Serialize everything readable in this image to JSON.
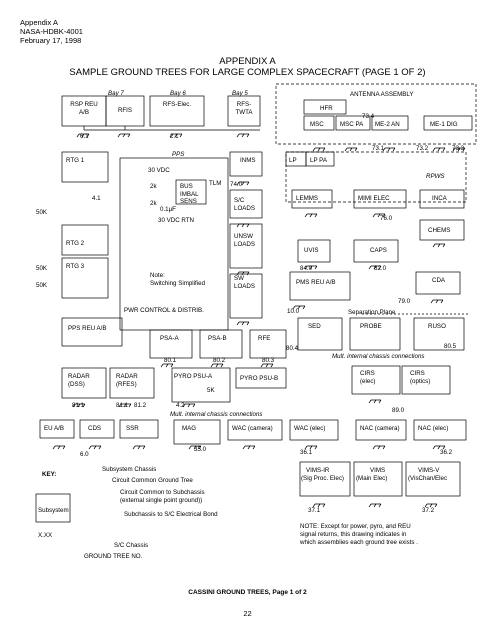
{
  "header": {
    "line1": "Appendix A",
    "line2": "NASA-HDBK-4001",
    "line3": "February 17, 1998"
  },
  "title": {
    "line1": "APPENDIX A",
    "line2": "SAMPLE GROUND TREES FOR LARGE COMPLEX SPACECRAFT (PAGE 1 OF 2)"
  },
  "bays": {
    "bay7": "Bay 7",
    "bay6": "Bay 6",
    "bay5": "Bay 5"
  },
  "boxes": {
    "rsp_reu": "RSP REU",
    "rsp_ab": "A/B",
    "rfis": "RFIS",
    "rfs_elec": "RFS-Elec.",
    "rfs_twta": "RFS-",
    "rfs_twta2": "TWTA",
    "antenna": "ANTENNA ASSEMBLY",
    "hfr": "HFR",
    "msc": "MSC",
    "msc_pa": "MSC PA",
    "me2an": "ME-2 AN",
    "me1dig": "ME-1 DIG",
    "inms": "INMS",
    "lp": "LP",
    "lp_pa": "LP PA",
    "rpws": "RPWS",
    "rtg1": "RTG 1",
    "rtg2": "RTG 2",
    "rtg3": "RTG 3",
    "pps": "PPS",
    "vdc30": "30 VDC",
    "k2a": "2k",
    "k2b": "2k",
    "bus": "BUS",
    "imbal": "IMBAL",
    "sens": "SENS",
    "tlm": "TLM",
    "uf": "0.1μF",
    "vdcrtn": "30 VDC RTN",
    "sc_loads": "S/C",
    "sc_loads2": "LOADS",
    "unsw": "UNSW",
    "unsw2": "LOADS",
    "sw": "SW",
    "sw2": "LOADS",
    "note1": "Note:",
    "note2": "Switching Simplified",
    "pwr": "PWR CONTROL & DISTRIB.",
    "lemms": "LEMMS",
    "mimi": "MIMI ELEC",
    "inca": "INCA",
    "chems": "CHEMS",
    "uvis": "UVIS",
    "caps": "CAPS",
    "pms": "PMS REU A/B",
    "cda": "CDA",
    "sep": "Separation Plane",
    "sed": "SED",
    "probe": "PROBE",
    "ruso": "RUSO",
    "pps_reu": "PPS REU A/B",
    "psa_a": "PSA-A",
    "psa_b": "PSA-B",
    "rfe": "RFE",
    "mult1": "Mult. internal chassis connections",
    "radar": "RADAR",
    "dss": "(DSS)",
    "radar2": "RADAR",
    "rfes": "(RFES)",
    "pyro_a": "PYRO  PSU-A",
    "k5": "5K",
    "pyro_b": "PYRO PSU-B",
    "cirs1": "CIRS",
    "elec": "(elec)",
    "cirs2": "CIRS",
    "optics": "(optics)",
    "mult2": "Mult. internal chassis connections",
    "eu_ab": "EU A/B",
    "cds": "CDS",
    "ssr": "SSR",
    "mag": "MAG",
    "wac_cam": "WAC (camera)",
    "wac_elec": "WAC (elec)",
    "nac_cam": "NAC (camera)",
    "nac_elec": "NAC (elec)",
    "vims_ir": "VIMS-IR",
    "vims_ir2": "(Sig Proc. Elec)",
    "vims": "VIMS",
    "vims2": "(Main Elec)",
    "vims_v": "VIMS-V",
    "vims_v2": "(VisChan/Elec"
  },
  "values": {
    "r50k_1": "50K",
    "r50k_2": "50K",
    "r50k_3": "50K",
    "v41": "4.1",
    "v61": "6.1",
    "v21": "2.1",
    "v740": "74.0",
    "v734": "73.4",
    "v731": "73.1",
    "v732": "73.2",
    "v733": "73.3",
    "v840": "84.0",
    "v820": "82.0",
    "v760": "76.0",
    "v100": "10.0",
    "v790": "79.0",
    "v804": "80.4",
    "v805": "80.5",
    "v801": "80.1",
    "v802": "80.2",
    "v803": "80.3",
    "v811": "81.1",
    "v811b": "81.1",
    "v812": "81.2",
    "v42": "4.2",
    "v890": "89.0",
    "v60": "6.0",
    "v350": "35.0",
    "v361": "36.1",
    "v362": "36.2",
    "v371": "37.1",
    "v372": "37.2"
  },
  "key": {
    "label": "KEY:",
    "subsystem": "Subsystem",
    "chassis": "Subsystem Chassis",
    "cgt": "Circuit Common Ground Tree",
    "ccs1": "Circuit Common to Subchassis",
    "ccs2": "(external single point ground))",
    "sc_elec": "Subchassis to S/C Electrical Bond",
    "xxx": "X.XX",
    "sc_chassis": "S/C Chassis",
    "gtn": "GROUND TREE NO.",
    "note1": "NOTE: Except for power, pyro, and REU",
    "note2": "signal returns, this drawing indicates in",
    "note3": "which assemblies each ground tree exists ."
  },
  "caption": "CASSINI GROUND TREES, Page 1 of 2",
  "page_number": "22"
}
